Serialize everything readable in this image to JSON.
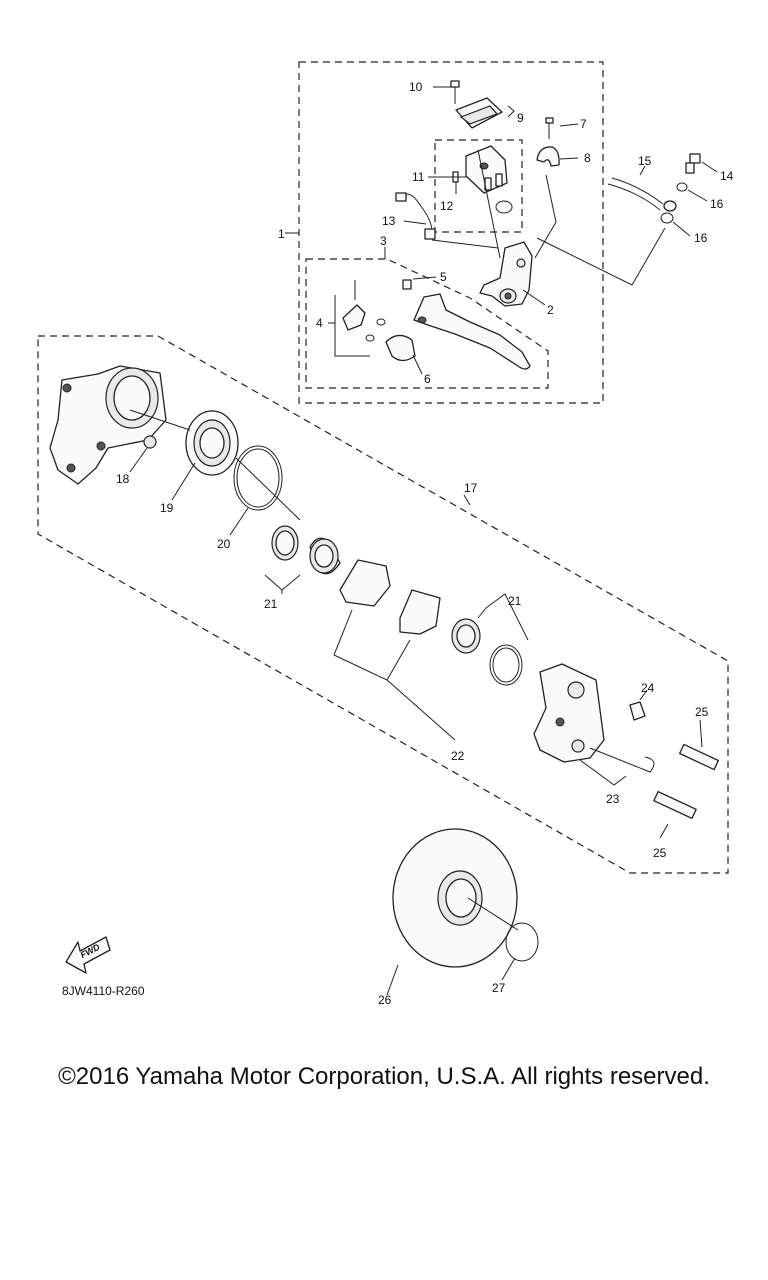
{
  "diagram": {
    "code": "8JW4110-R260",
    "fwd_label": "FWD",
    "callouts": {
      "c1": "1",
      "c2": "2",
      "c3": "3",
      "c4": "4",
      "c5": "5",
      "c6": "6",
      "c7": "7",
      "c8": "8",
      "c9": "9",
      "c10": "10",
      "c11": "11",
      "c12": "12",
      "c13": "13",
      "c14": "14",
      "c15": "15",
      "c16a": "16",
      "c16b": "16",
      "c17": "17",
      "c18": "18",
      "c19": "19",
      "c20": "20",
      "c21a": "21",
      "c21b": "21",
      "c22": "22",
      "c23": "23",
      "c24": "24",
      "c25a": "25",
      "c25b": "25",
      "c26": "26",
      "c27": "27"
    }
  },
  "footer": {
    "copyright": "©2016 Yamaha Motor Corporation, U.S.A. All rights reserved."
  }
}
